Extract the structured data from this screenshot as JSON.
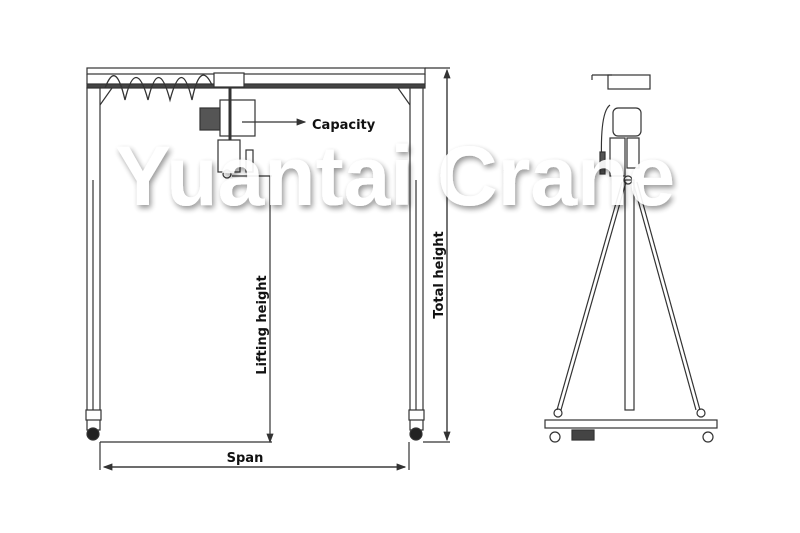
{
  "labels": {
    "capacity": "Capacity",
    "lifting_height": "Lifting height",
    "total_height": "Total height",
    "span": "Span"
  },
  "watermark": "Yuantai Crane",
  "colors": {
    "line": "#333333",
    "background": "#ffffff"
  }
}
